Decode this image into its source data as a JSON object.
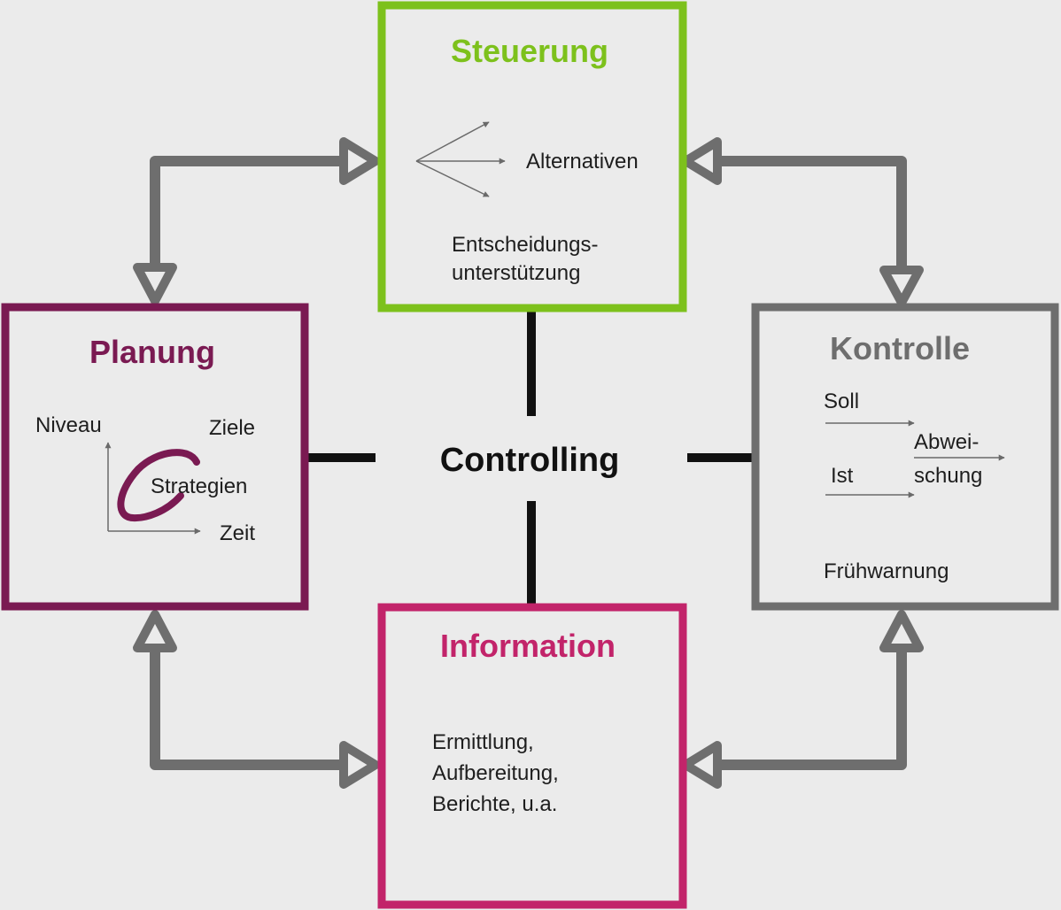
{
  "colors": {
    "background": "#ebebeb",
    "steuerung": "#7dc11c",
    "planung": "#7a1a52",
    "kontrolle": "#6e6e6e",
    "information": "#c2246a",
    "connector_gray": "#6e6e6e",
    "center_lines": "#111111",
    "small_arrows": "#6a6a6a"
  },
  "center": {
    "label": "Controlling"
  },
  "steuerung": {
    "title": "Steuerung",
    "alternatives": "Alternativen",
    "support_line1": "Entscheidungs-",
    "support_line2": "unterstützung"
  },
  "planung": {
    "title": "Planung",
    "niveau": "Niveau",
    "ziele": "Ziele",
    "strategien": "Strategien",
    "zeit": "Zeit"
  },
  "kontrolle": {
    "title": "Kontrolle",
    "soll": "Soll",
    "ist": "Ist",
    "abweichung_line1": "Abwei-",
    "abweichung_line2": "schung",
    "fruehwarnung": "Frühwarnung"
  },
  "information": {
    "title": "Information",
    "line1": "Ermittlung,",
    "line2": "Aufbereitung,",
    "line3": "Berichte, u.a."
  }
}
